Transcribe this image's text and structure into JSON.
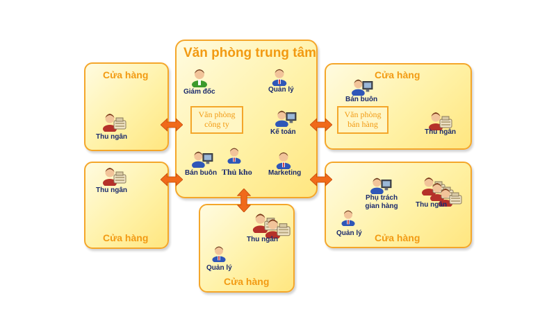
{
  "central_office": {
    "title": "Văn phòng trung tâm",
    "roles": {
      "director": "Giám đốc",
      "manager": "Quản lý",
      "company_office": "Văn phòng công ty",
      "accountant": "Kế toán",
      "wholesale": "Bán buôn",
      "warehouse_keeper": "Thủ kho",
      "marketing": "Marketing"
    }
  },
  "stores": {
    "top_left": {
      "title": "Cửa hàng",
      "cashier": "Thu ngân"
    },
    "bottom_left": {
      "title": "Cửa hàng",
      "cashier": "Thu ngân"
    },
    "bottom_center": {
      "title": "Cửa hàng",
      "cashier": "Thu ngân",
      "manager": "Quản lý"
    },
    "top_right": {
      "title": "Cửa hàng",
      "wholesale": "Bán buôn",
      "sales_office": "Văn phòng bán hàng",
      "cashier": "Thu ngân"
    },
    "bottom_right": {
      "title": "Cửa hàng",
      "store_head": "Phụ trách gian hàng",
      "cashier": "Thu ngân",
      "manager": "Quản lý"
    }
  },
  "colors": {
    "box_border": "#f4a62a",
    "title_text": "#f29a12",
    "label_text": "#1a2a6c",
    "arrow_fill": "#f06a1a"
  }
}
